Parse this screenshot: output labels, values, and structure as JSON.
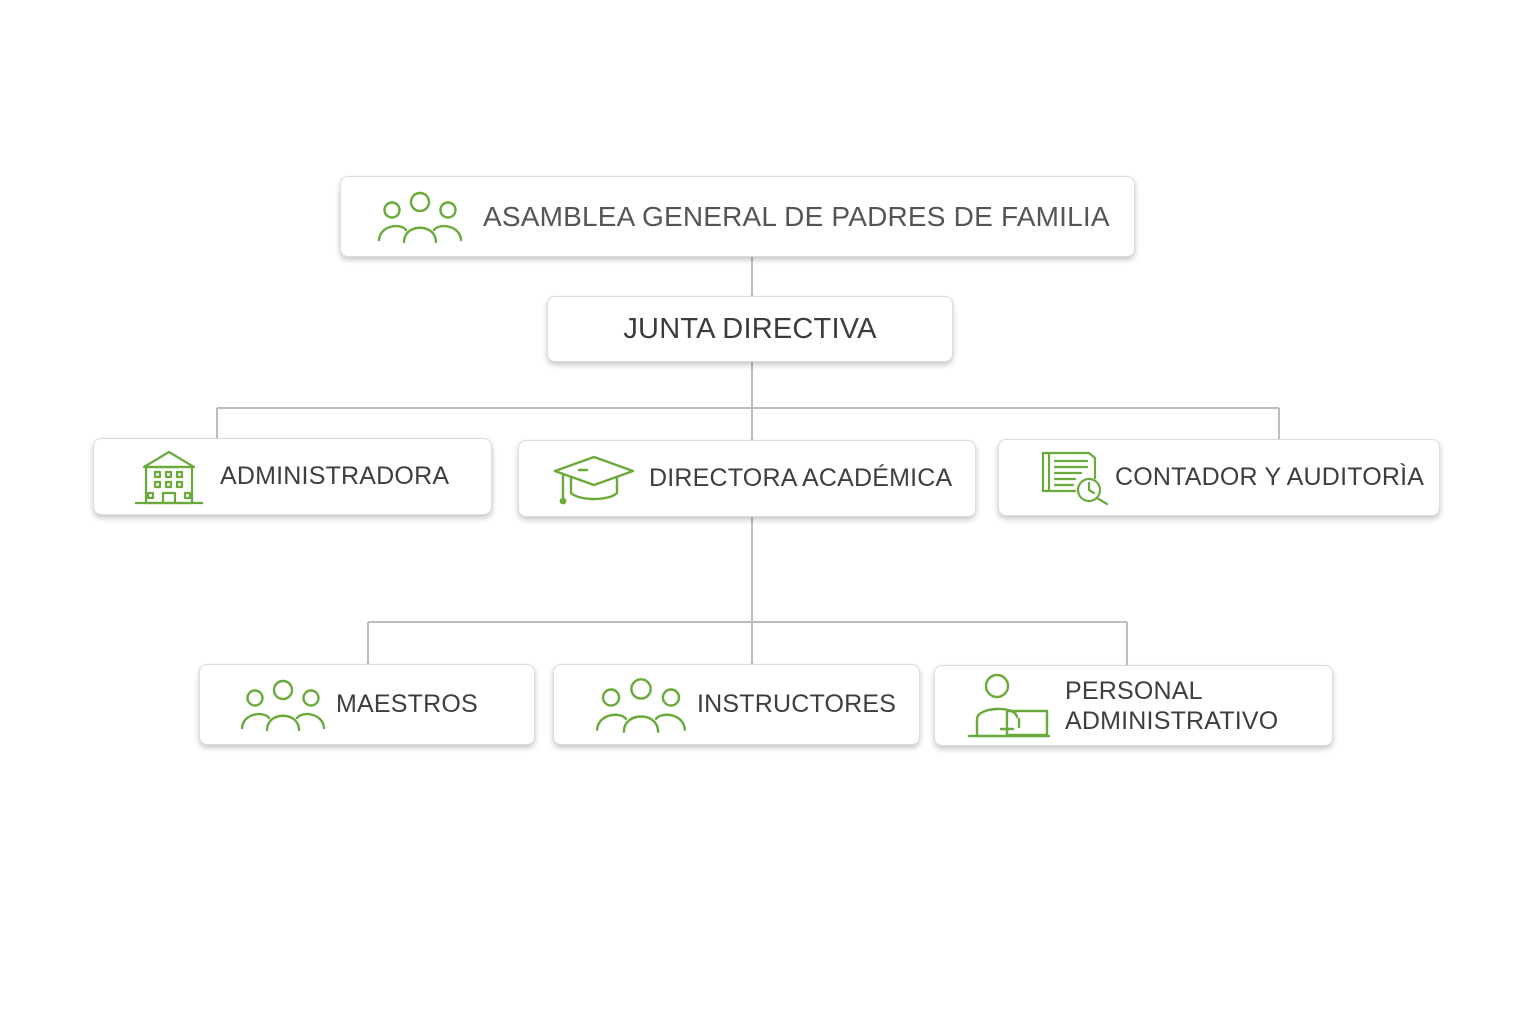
{
  "accent_color": "#6aaa3a",
  "line_color": "#bdbdbd",
  "nodes": {
    "asamblea": {
      "label": "ASAMBLEA GENERAL DE PADRES DE FAMILIA",
      "icon": "group-people-icon"
    },
    "junta": {
      "label": "JUNTA DIRECTIVA"
    },
    "administradora": {
      "label": "ADMINISTRADORA",
      "icon": "school-building-icon"
    },
    "directora": {
      "label": "DIRECTORA ACADÉMICA",
      "icon": "graduation-cap-icon"
    },
    "contador": {
      "label": "CONTADOR Y AUDITORÌA",
      "icon": "ledger-search-icon"
    },
    "maestros": {
      "label": "MAESTROS",
      "icon": "group-people-icon"
    },
    "instructores": {
      "label": "INSTRUCTORES",
      "icon": "group-people-icon"
    },
    "personal": {
      "label_line1": "PERSONAL",
      "label_line2": "ADMINISTRATIVO",
      "icon": "person-at-desk-icon"
    }
  }
}
